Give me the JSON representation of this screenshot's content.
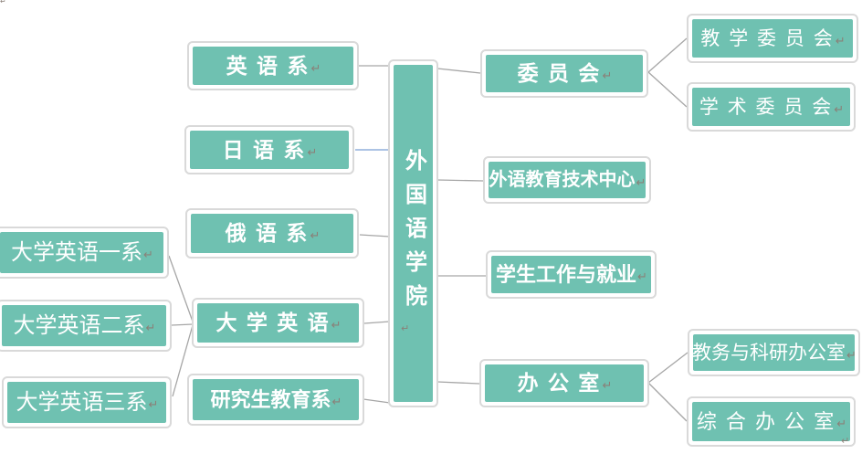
{
  "diagram": {
    "colors": {
      "node_fill": "#6FC1B1",
      "node_text": "#FFFFFF",
      "box_fill": "#FFFFFF",
      "box_border": "#D9D9D9",
      "connector": "#A6A6A6",
      "connector_blue": "#7B9FD4",
      "mark": "#8A8078"
    },
    "marks": {
      "return_char": "↵"
    },
    "nodes": {
      "root": "外国语学院",
      "english": "英 语 系",
      "japanese": "日 语 系",
      "russian": "俄 语 系",
      "college_english": "大 学 英 语",
      "graduate": "研究生教育系",
      "college_english_1": "大学英语一系",
      "college_english_2": "大学英语二系",
      "college_english_3": "大学英语三系",
      "committee": "委 员 会",
      "teaching_committee": "教 学 委 员 会",
      "academic_committee": "学 术 委 员 会",
      "tech_center": "外语教育技术中心",
      "student_work": "学生工作与就业",
      "office": "办 公 室",
      "academic_research_office": "教务与科研办公室",
      "general_office": "综 合 办 公 室"
    },
    "edges": [
      {
        "from": "english",
        "to": "root",
        "color": "gray"
      },
      {
        "from": "japanese",
        "to": "root",
        "color": "blue"
      },
      {
        "from": "russian",
        "to": "root",
        "color": "gray"
      },
      {
        "from": "college_english",
        "to": "root",
        "color": "gray"
      },
      {
        "from": "graduate",
        "to": "root",
        "color": "gray"
      },
      {
        "from": "college_english_1",
        "to": "college_english",
        "color": "gray"
      },
      {
        "from": "college_english_2",
        "to": "college_english",
        "color": "gray"
      },
      {
        "from": "college_english_3",
        "to": "college_english",
        "color": "gray"
      },
      {
        "from": "root",
        "to": "committee",
        "color": "gray"
      },
      {
        "from": "root",
        "to": "tech_center",
        "color": "gray"
      },
      {
        "from": "root",
        "to": "student_work",
        "color": "gray"
      },
      {
        "from": "root",
        "to": "office",
        "color": "gray"
      },
      {
        "from": "committee",
        "to": "teaching_committee",
        "color": "gray"
      },
      {
        "from": "committee",
        "to": "academic_committee",
        "color": "gray"
      },
      {
        "from": "office",
        "to": "academic_research_office",
        "color": "gray"
      },
      {
        "from": "office",
        "to": "general_office",
        "color": "gray"
      }
    ]
  }
}
